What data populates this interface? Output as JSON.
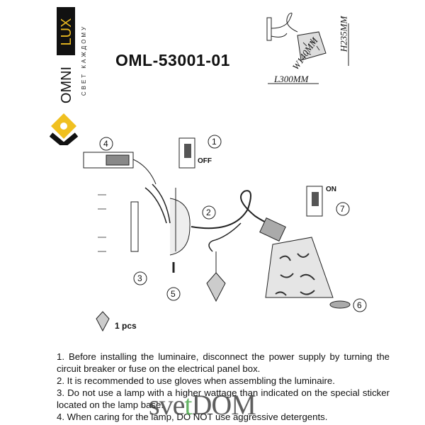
{
  "brand": {
    "name_left": "OMNI",
    "name_right": "LUX",
    "slogan": "СВЕТ КАЖДОМУ"
  },
  "model": "OML-53001-01",
  "dimensions": {
    "length": "L300MM",
    "width": "W140MM",
    "height": "H235MM"
  },
  "steps": {
    "s1": "1",
    "s2": "2",
    "s3": "3",
    "s4": "4",
    "s5": "5",
    "s6": "6",
    "s7": "7"
  },
  "switch_labels": {
    "off": "OFF",
    "on": "ON"
  },
  "parts": {
    "crystal_count": "1 pcs"
  },
  "instructions": [
    "1. Before installing the luminaire, disconnect the power supply by turning the circuit breaker or fuse on the electrical panel box.",
    "2. It is recommended to use gloves when assembling the luminaire.",
    "3. Do not use a lamp with a higher wattage than indicated on the special sticker located on the lamp base.",
    "4. When caring for the lamp, DO NOT use aggressive detergents."
  ],
  "watermark": {
    "a": "sve",
    "b": "t",
    "c": "DOM"
  }
}
